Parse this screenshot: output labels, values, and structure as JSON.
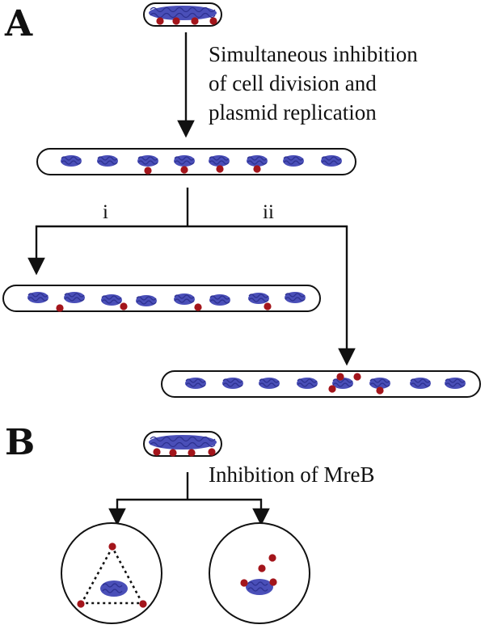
{
  "panels": {
    "a": {
      "label": "A",
      "caption_lines": [
        "Simultaneous inhibition",
        "of cell division and",
        "plasmid replication"
      ],
      "branch_labels": [
        "i",
        "ii"
      ]
    },
    "b": {
      "label": "B",
      "caption": "Inhibition of MreB"
    }
  },
  "colors": {
    "nucleoid": "#4a4fb8",
    "plasmid": "#a3151b",
    "outline": "#111111"
  },
  "icons": [
    "nucleoid-icon",
    "plasmid-icon",
    "arrowhead-icon"
  ]
}
